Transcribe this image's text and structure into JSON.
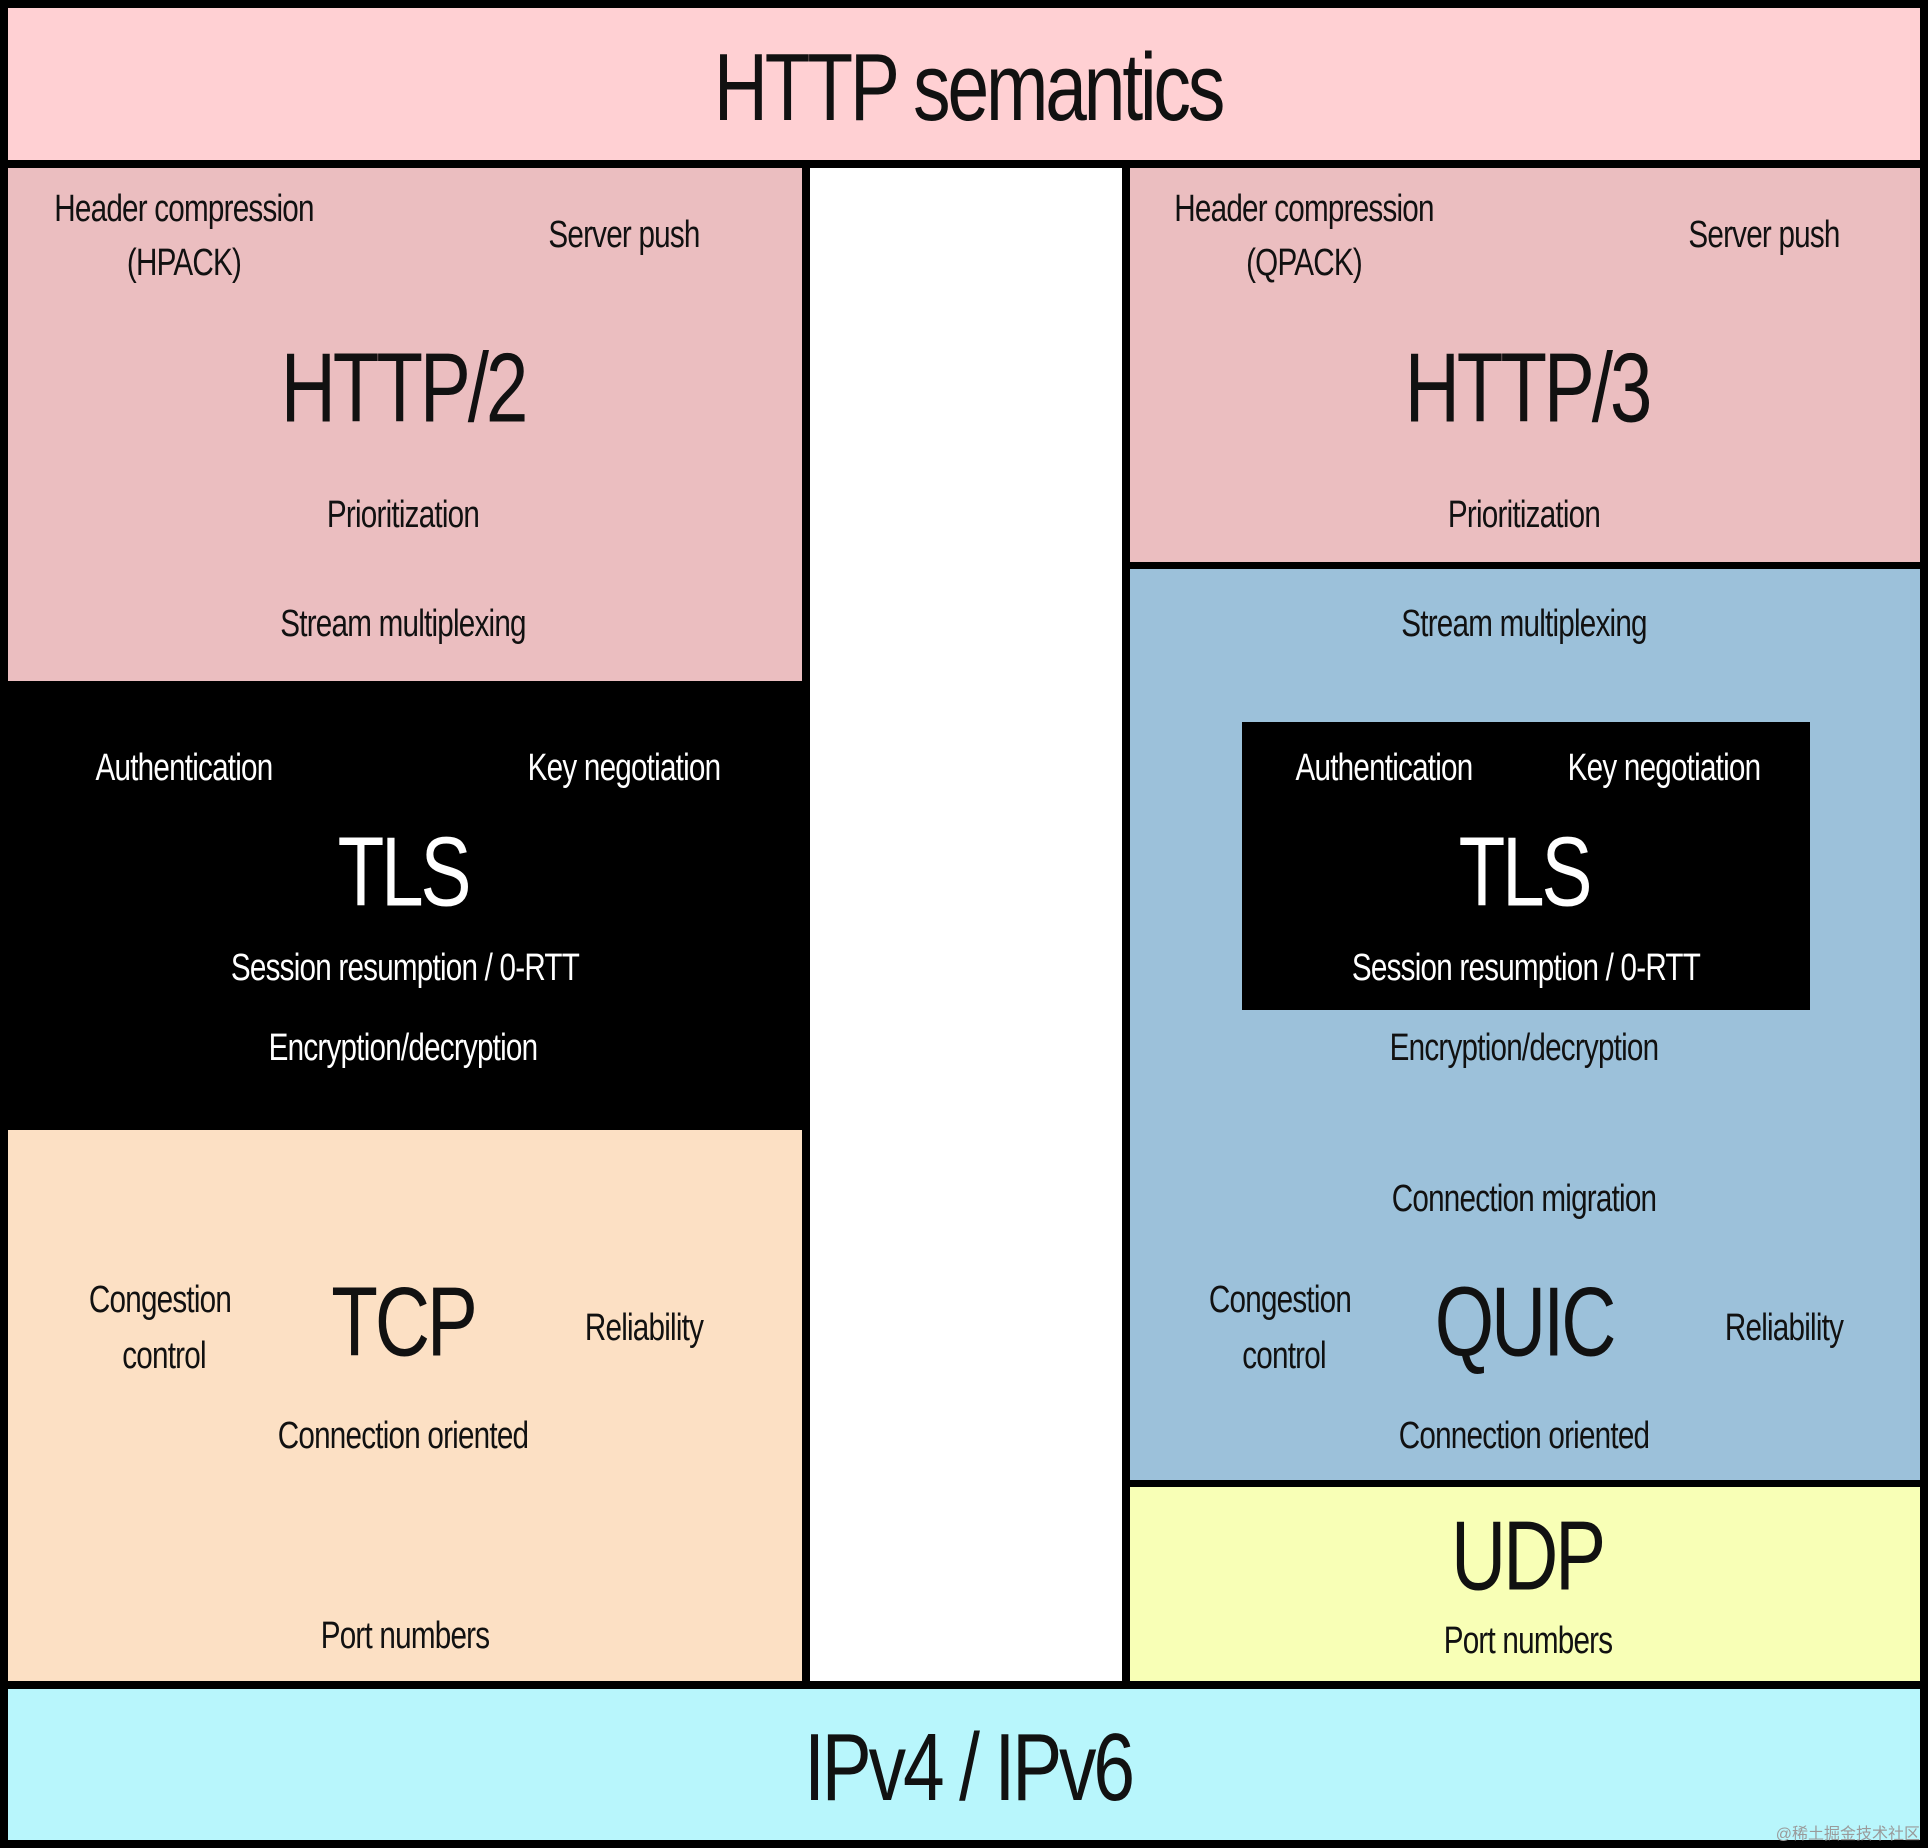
{
  "colors": {
    "http_semantics_bg": "#ffd0d3",
    "http_layer_bg": "#ebbec0",
    "tls_bg": "#000000",
    "tcp_bg": "#fce0c4",
    "quic_bg": "#9cc1da",
    "udp_bg": "#f8ffb6",
    "ip_bg": "#b8f6fc",
    "border": "#000000"
  },
  "top": {
    "title": "HTTP semantics"
  },
  "http2": {
    "title": "HTTP/2",
    "header_compression": "Header compression",
    "hpack": "(HPACK)",
    "server_push": "Server push",
    "prioritization": "Prioritization",
    "stream_multiplexing": "Stream multiplexing"
  },
  "tls_left": {
    "title": "TLS",
    "authentication": "Authentication",
    "key_negotiation": "Key negotiation",
    "session_resumption": "Session resumption / 0-RTT",
    "encryption": "Encryption/decryption"
  },
  "tcp": {
    "title": "TCP",
    "congestion_line1": "Congestion",
    "congestion_line2": "control",
    "reliability": "Reliability",
    "connection_oriented": "Connection oriented",
    "port_numbers": "Port numbers"
  },
  "http3": {
    "title": "HTTP/3",
    "header_compression": "Header compression",
    "qpack": "(QPACK)",
    "server_push": "Server push",
    "prioritization": "Prioritization"
  },
  "quic": {
    "title": "QUIC",
    "stream_multiplexing": "Stream multiplexing",
    "encryption": "Encryption/decryption",
    "connection_migration": "Connection migration",
    "congestion_line1": "Congestion",
    "congestion_line2": "control",
    "reliability": "Reliability",
    "connection_oriented": "Connection oriented"
  },
  "tls_right": {
    "title": "TLS",
    "authentication": "Authentication",
    "key_negotiation": "Key negotiation",
    "session_resumption": "Session resumption / 0-RTT"
  },
  "udp": {
    "title": "UDP",
    "port_numbers": "Port numbers"
  },
  "ip": {
    "title": "IPv4  / IPv6"
  },
  "watermark": "@稀土掘金技术社区"
}
